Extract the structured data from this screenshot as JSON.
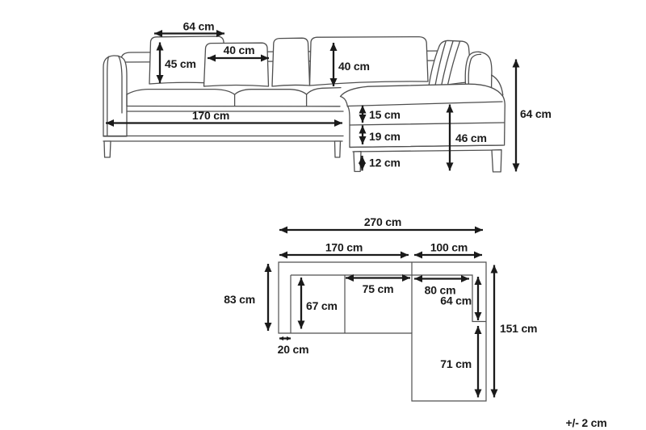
{
  "colors": {
    "artwork_line": "#4f4f4f",
    "dimension_line": "#1a1a1a",
    "background": "#ffffff"
  },
  "side_view": {
    "back_cushion_width": "64 cm",
    "back_cushion_height": "45 cm",
    "headrest_cushion_width": "40 cm",
    "headrest_cushion_height": "40 cm",
    "sofa_length": "170 cm",
    "seat_cushion_thickness": "15 cm",
    "frame_height": "19 cm",
    "leg_height": "12 cm",
    "seat_height": "46 cm",
    "total_height": "64 cm"
  },
  "top_view": {
    "total_width": "270 cm",
    "sofa_section_width": "170 cm",
    "chaise_section_width": "100 cm",
    "sofa_depth": "83 cm",
    "seat_depth": "67 cm",
    "seat_cushion_width": "75 cm",
    "chaise_seat_width": "80 cm",
    "chaise_seat_upper_length": "64 cm",
    "chaise_total_length": "151 cm",
    "armrest_width": "20 cm",
    "chaise_seat_lower_length": "71 cm"
  },
  "footer": {
    "tolerance": "+/- 2 cm"
  }
}
